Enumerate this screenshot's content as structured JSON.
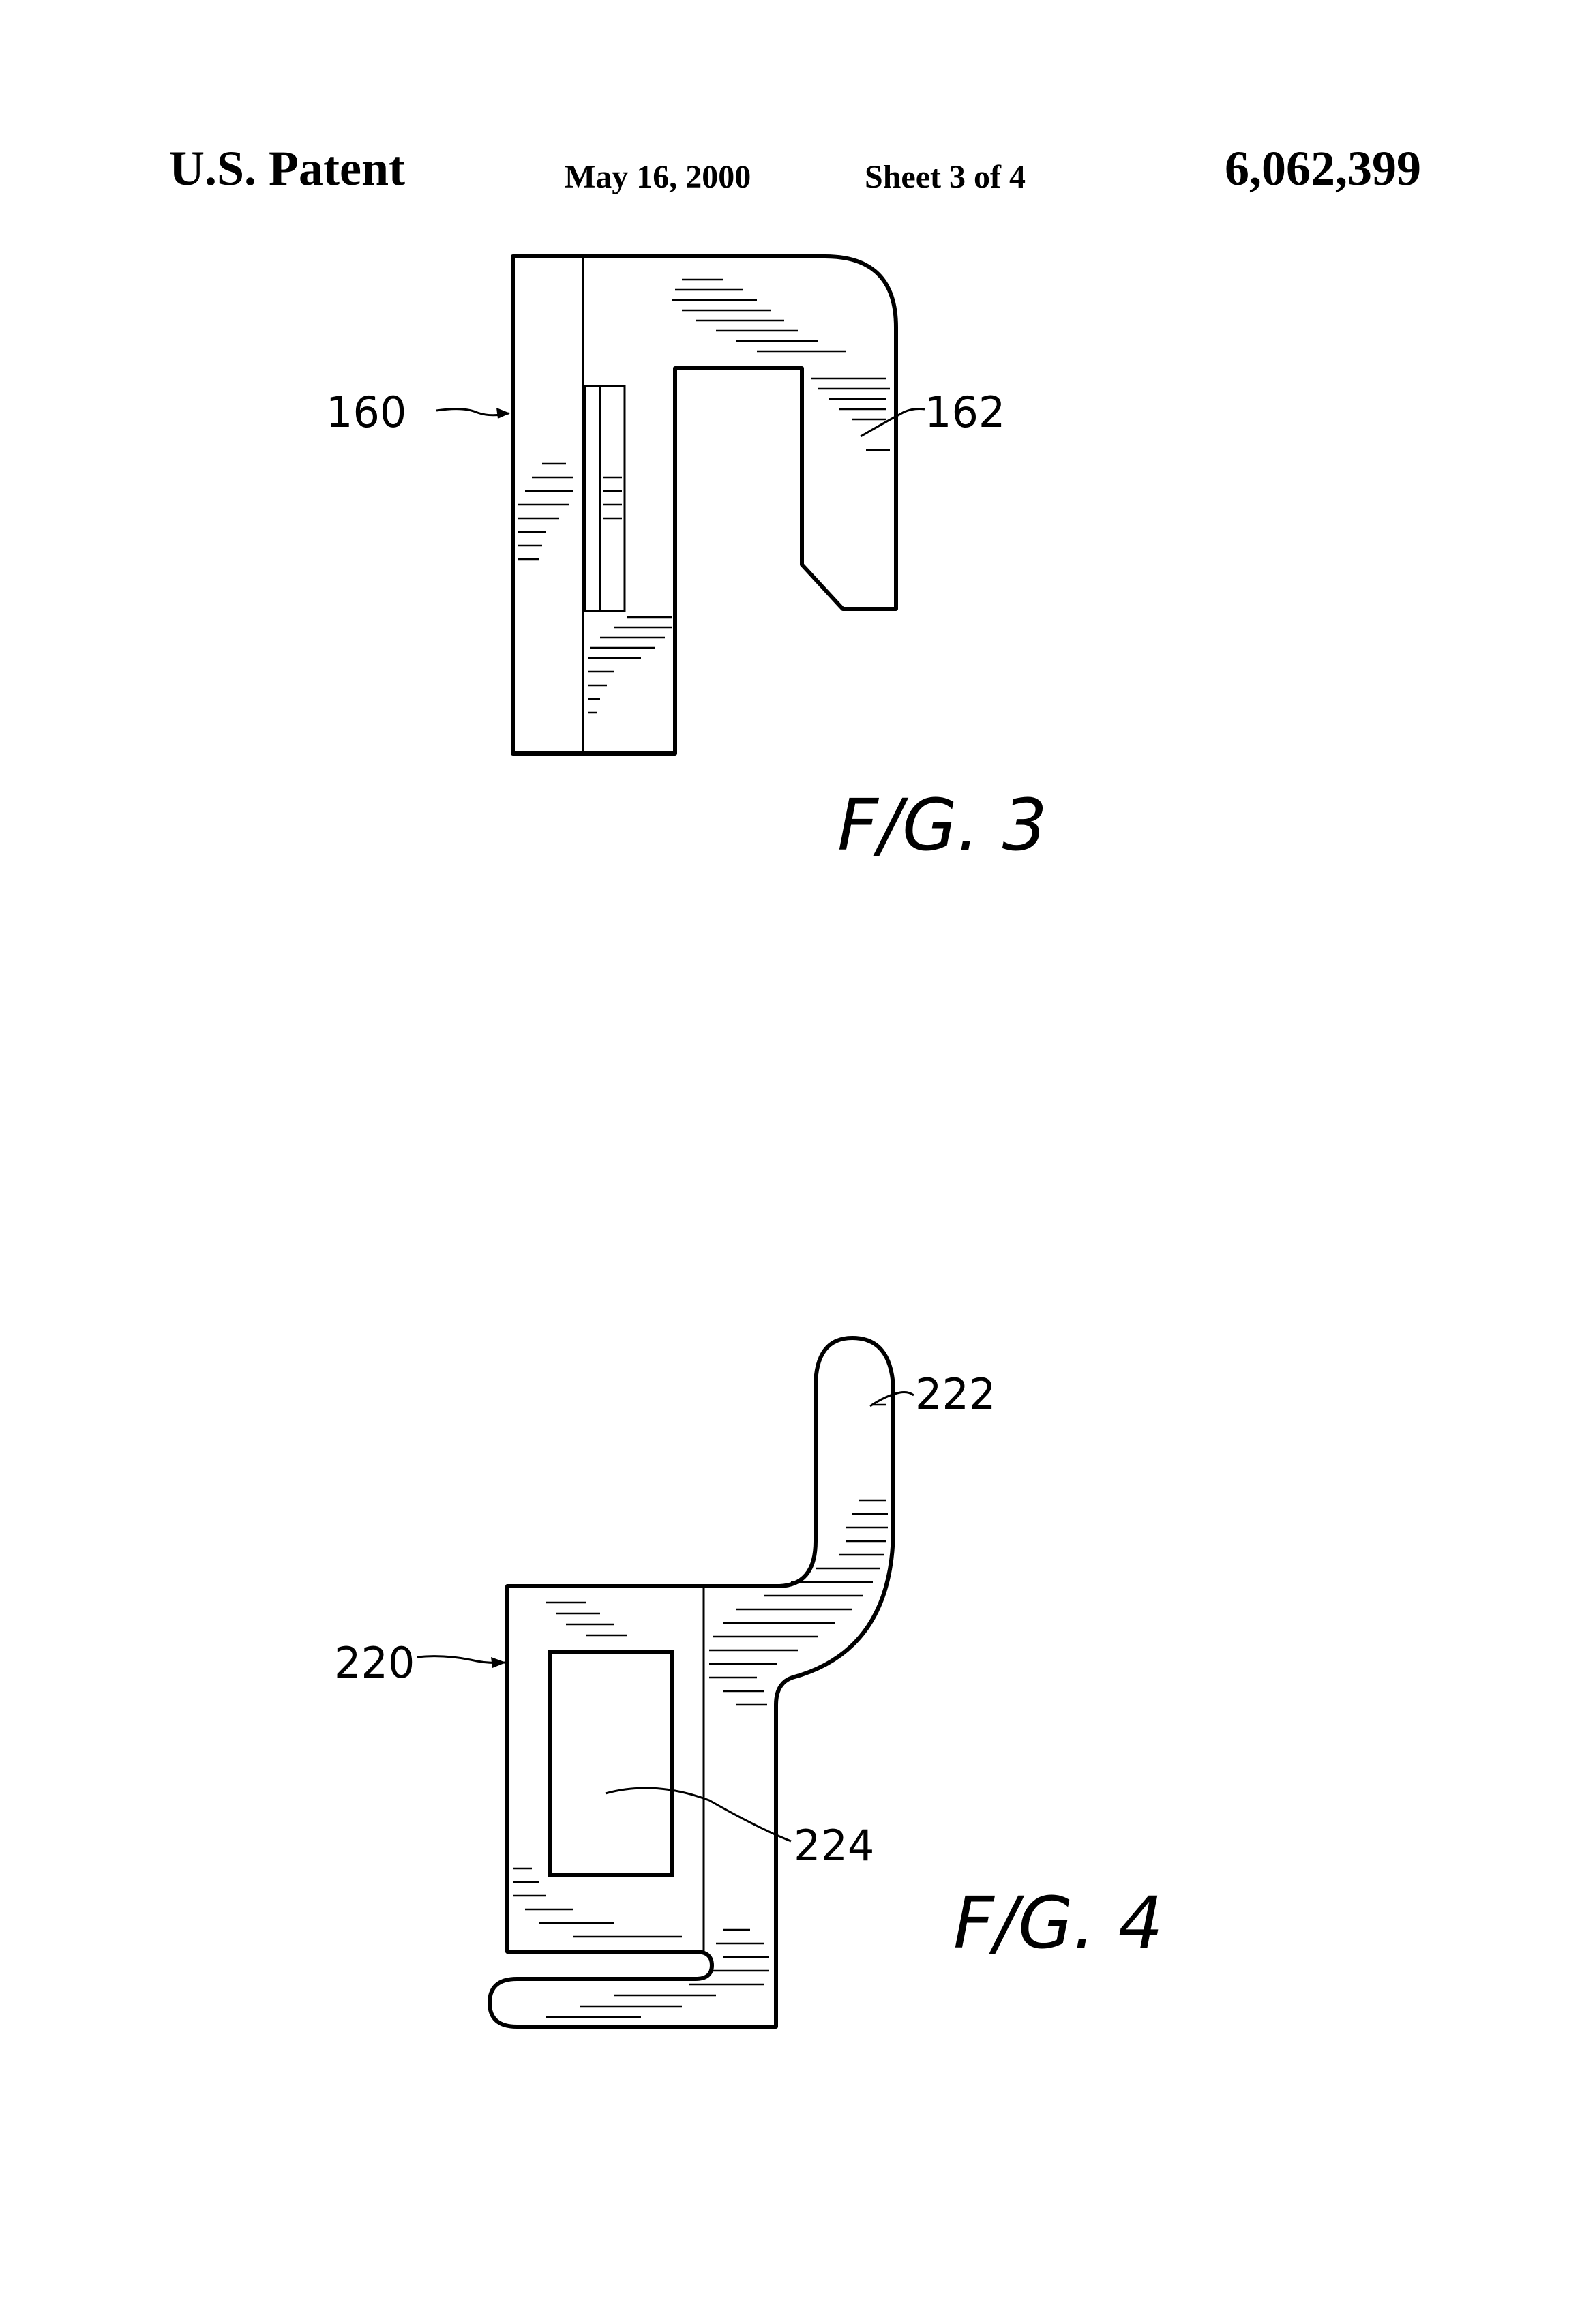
{
  "header": {
    "left": "U.S. Patent",
    "date": "May 16, 2000",
    "sheet": "Sheet 3 of 4",
    "patent_number": "6,062,399"
  },
  "figures": [
    {
      "label": "F/G. 3",
      "references": [
        "160",
        "162"
      ]
    },
    {
      "label": "F/G. 4",
      "references": [
        "220",
        "222",
        "224"
      ]
    }
  ]
}
